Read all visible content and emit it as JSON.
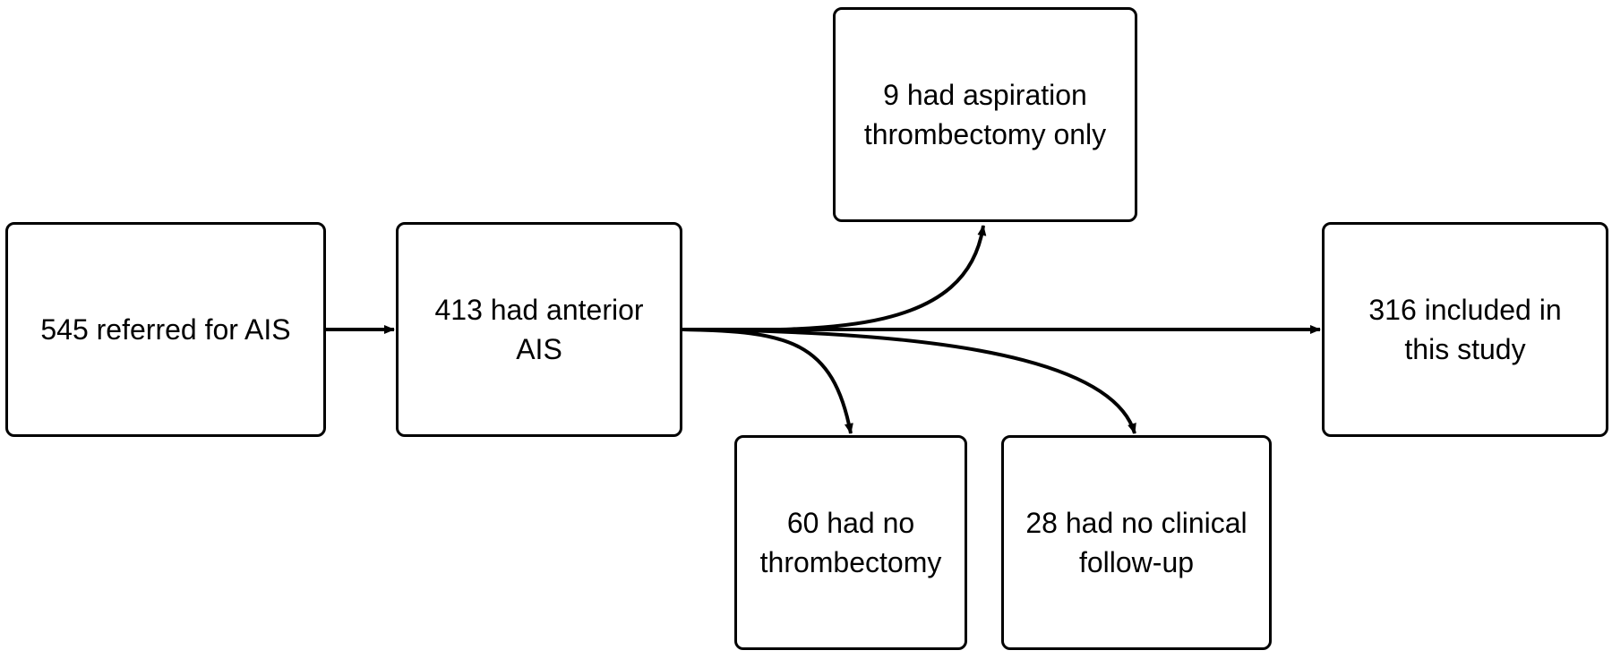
{
  "flowchart": {
    "boxes": {
      "referred": "545 referred for AIS",
      "anterior": "413 had anterior\nAIS",
      "aspiration": "9 had aspiration\nthrombectomy only",
      "included": "316 included in\nthis study",
      "no_thrombectomy": "60 had no\nthrombectomy",
      "no_followup": "28 had no clinical\nfollow-up"
    }
  }
}
